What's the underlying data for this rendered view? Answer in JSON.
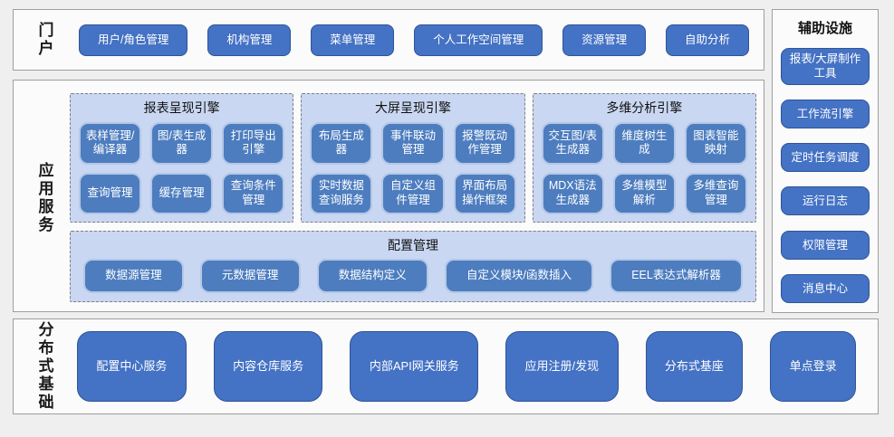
{
  "colors": {
    "accent_blue": "#4472c4",
    "inner_blue": "#4d7dbf",
    "inner_border": "#b4c7e7",
    "light_container": "#c9d7f2",
    "panel_border": "#9e9e9e",
    "page_bg": "#efefef"
  },
  "sections": {
    "portal": {
      "label": "门户",
      "items": [
        "用户/角色管理",
        "机构管理",
        "菜单管理",
        "个人工作空间管理",
        "资源管理",
        "自助分析"
      ]
    },
    "app_services": {
      "label": "应用服务",
      "engines": [
        {
          "title": "报表呈现引擎",
          "items": [
            "表样管理/编译器",
            "图/表生成器",
            "打印导出引擎",
            "查询管理",
            "缓存管理",
            "查询条件管理"
          ]
        },
        {
          "title": "大屏呈现引擎",
          "items": [
            "布局生成器",
            "事件联动管理",
            "报警既动作管理",
            "实时数据查询服务",
            "自定义组件管理",
            "界面布局操作框架"
          ]
        },
        {
          "title": "多维分析引擎",
          "items": [
            "交互图/表生成器",
            "维度树生成",
            "图表智能映射",
            "MDX语法生成器",
            "多维模型解析",
            "多维查询管理"
          ]
        }
      ],
      "config": {
        "title": "配置管理",
        "items": [
          "数据源管理",
          "元数据管理",
          "数据结构定义",
          "自定义模块/函数插入",
          "EEL表达式解析器"
        ]
      }
    },
    "auxiliary": {
      "title": "辅助设施",
      "items": [
        "报表/大屏制作工具",
        "工作流引擎",
        "定时任务调度",
        "运行日志",
        "权限管理",
        "消息中心"
      ]
    },
    "distributed": {
      "label": "分布式基础",
      "items": [
        "配置中心服务",
        "内容仓库服务",
        "内部API网关服务",
        "应用注册/发现",
        "分布式基座",
        "单点登录"
      ]
    }
  }
}
